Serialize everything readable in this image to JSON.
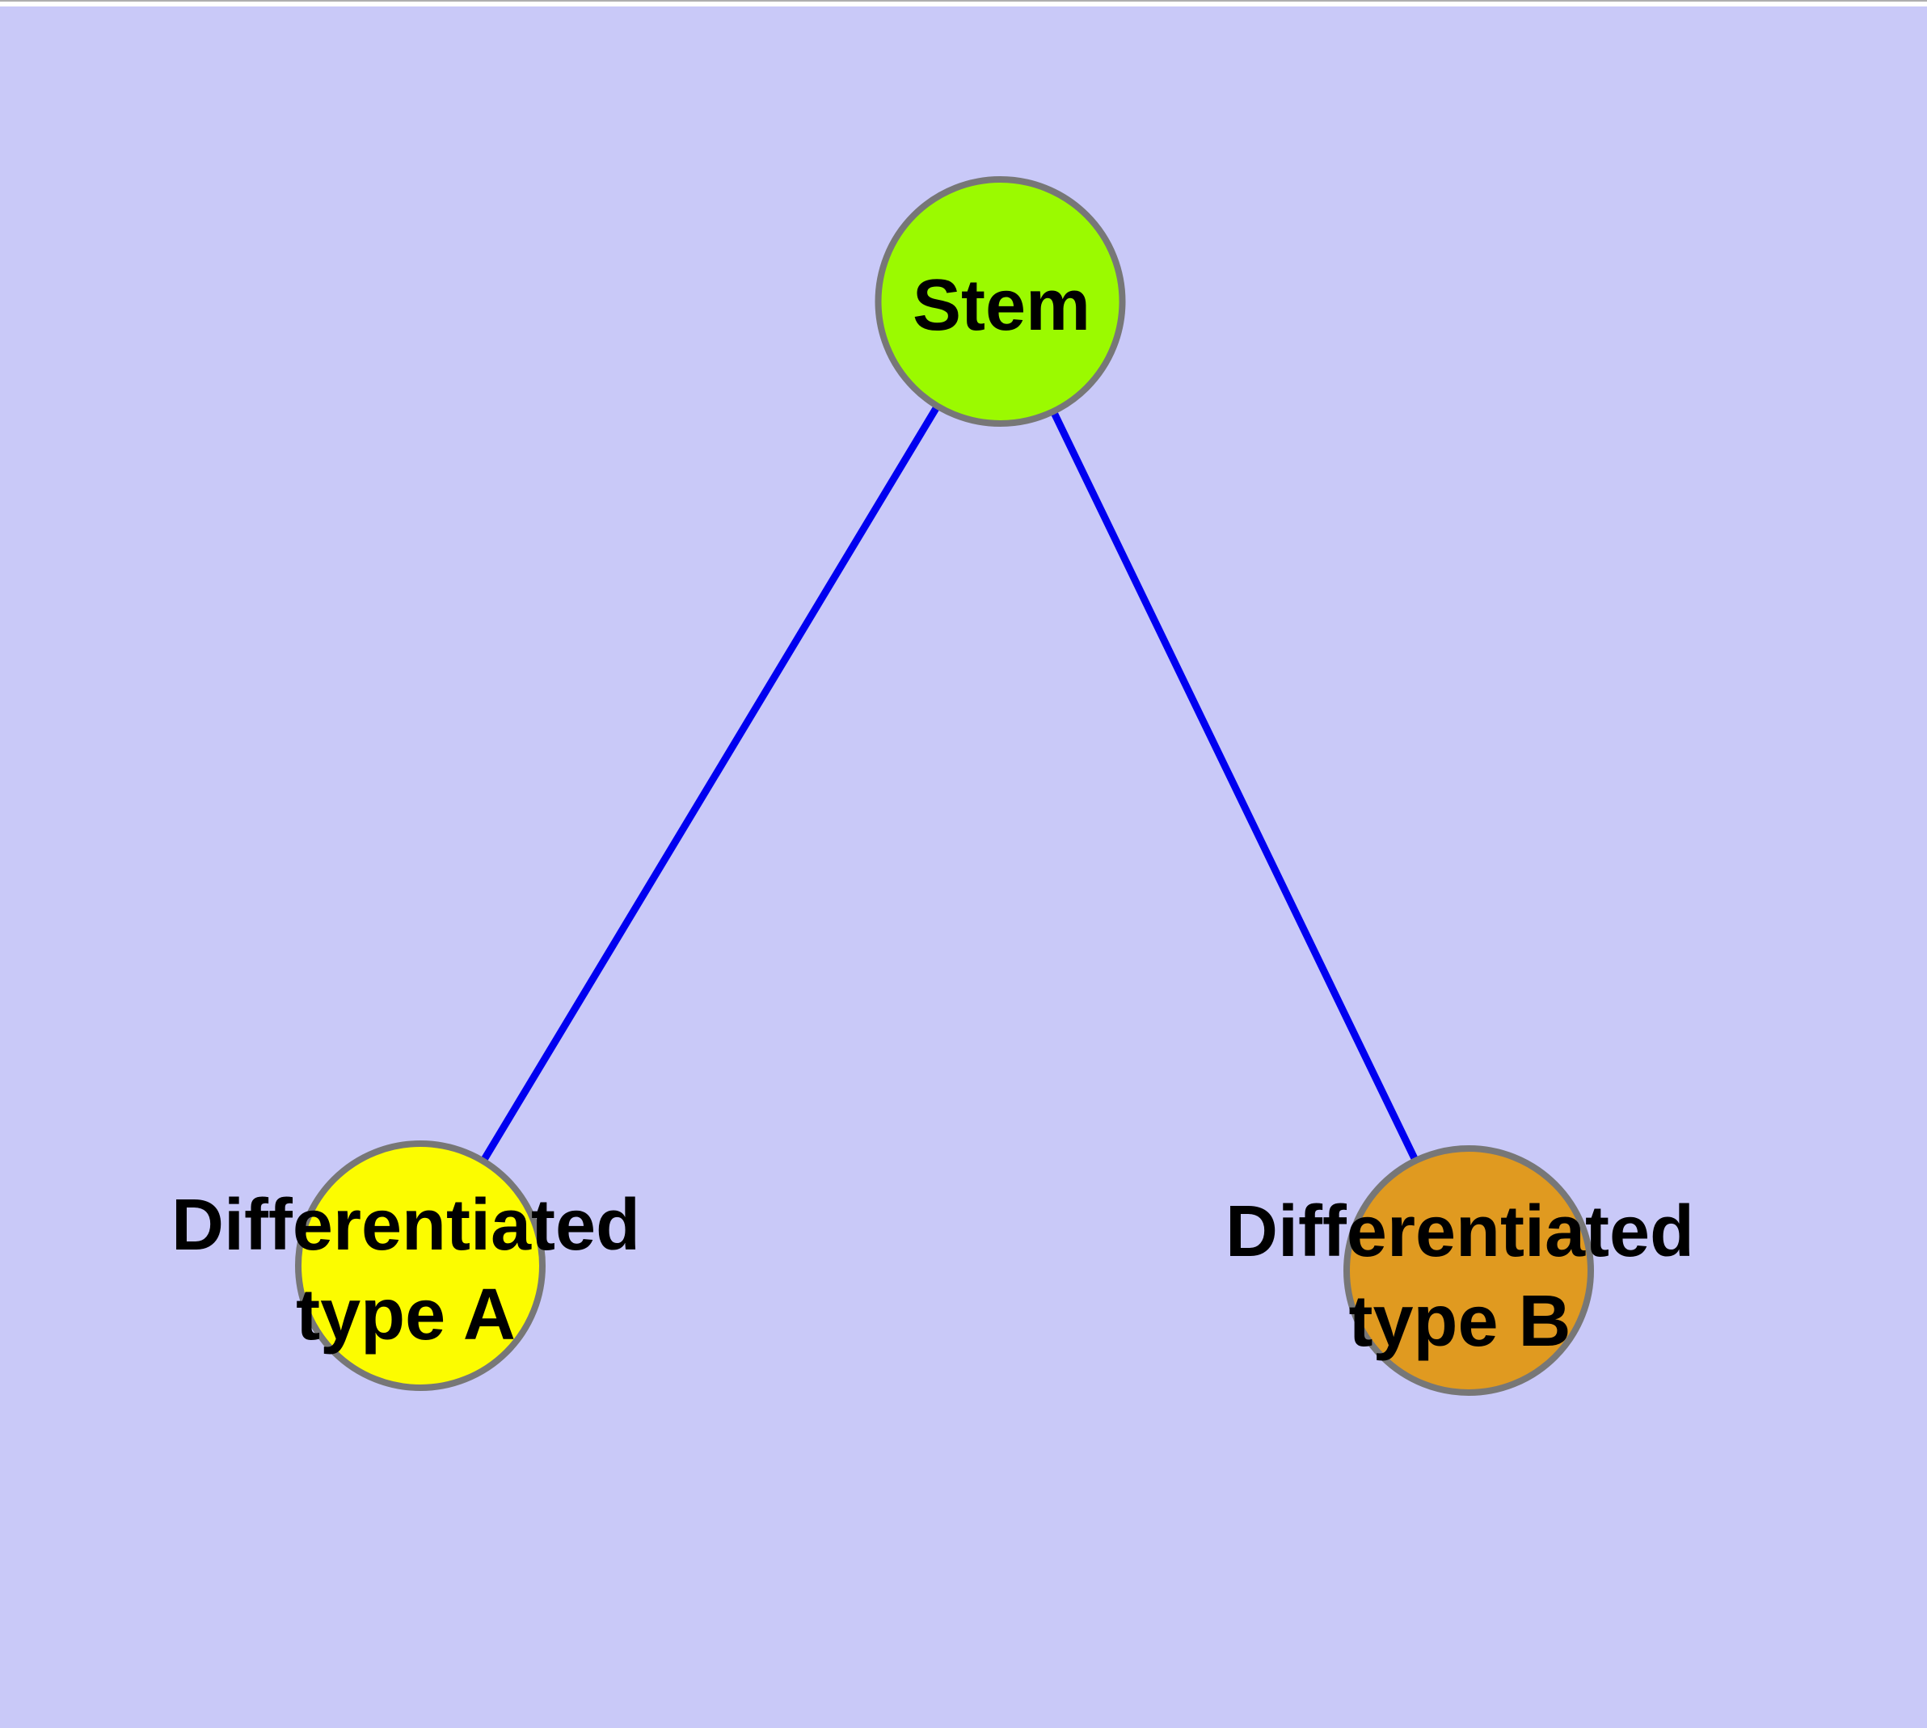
{
  "canvas": {
    "background_color": "#c9c9f8",
    "top_border_color": "#aeaeae",
    "top_margin_color": "#ffffff",
    "text_color": "#000000",
    "node_border_color": "#777777"
  },
  "diagram": {
    "type": "graph",
    "title": "Stem cell differentiation diagram",
    "nodes": [
      {
        "id": "stem",
        "label": "Stem",
        "label_lines": [
          "Stem"
        ],
        "fill": "#9bfa00"
      },
      {
        "id": "type_a",
        "label": "Differentiated type A",
        "label_lines": [
          "Differentiated",
          "type A"
        ],
        "fill": "#fcfc00"
      },
      {
        "id": "type_b",
        "label": "Differentiated type B",
        "label_lines": [
          "Differentiated",
          "type B"
        ],
        "fill": "#e09a20"
      }
    ],
    "edges": [
      {
        "from": "stem",
        "to": "type_a",
        "color": "#0000f0"
      },
      {
        "from": "stem",
        "to": "type_b",
        "color": "#0000f0"
      }
    ]
  }
}
